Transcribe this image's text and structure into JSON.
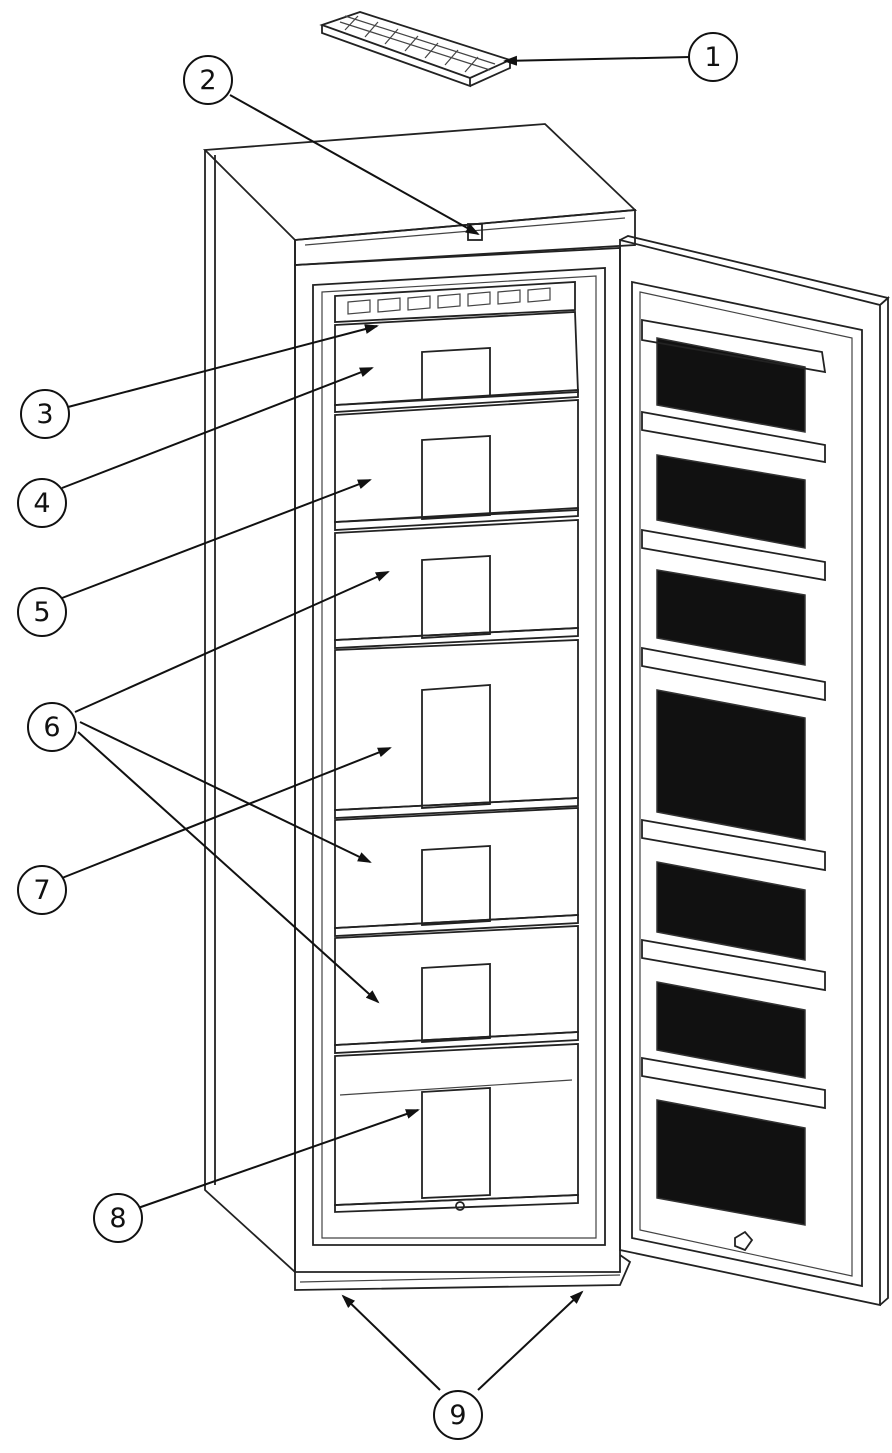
{
  "callouts": [
    {
      "id": "1",
      "label": "1"
    },
    {
      "id": "2",
      "label": "2"
    },
    {
      "id": "3",
      "label": "3"
    },
    {
      "id": "4",
      "label": "4"
    },
    {
      "id": "5",
      "label": "5"
    },
    {
      "id": "6",
      "label": "6"
    },
    {
      "id": "7",
      "label": "7"
    },
    {
      "id": "8",
      "label": "8"
    },
    {
      "id": "9",
      "label": "9"
    }
  ],
  "colors": {
    "line": "#222222",
    "panel_fill": "#111111",
    "background": "#ffffff"
  }
}
